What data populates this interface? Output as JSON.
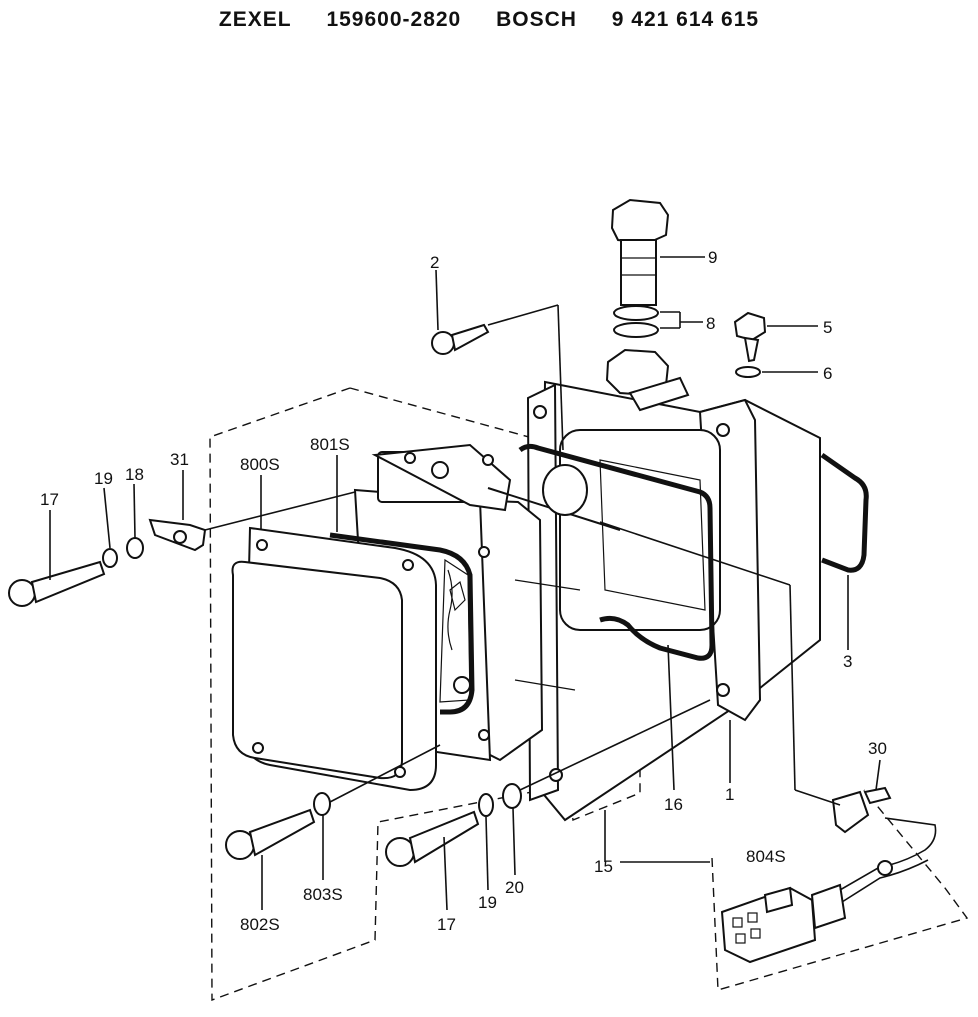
{
  "header": {
    "maker1": "ZEXEL",
    "part_no1": "159600-2820",
    "maker2": "BOSCH",
    "part_no2": "9 421 614 615"
  },
  "callouts": {
    "c2": "2",
    "c9": "9",
    "c8": "8",
    "c5": "5",
    "c6": "6",
    "c31": "31",
    "c800s": "800S",
    "c801s": "801S",
    "c17a": "17",
    "c19a": "19",
    "c18": "18",
    "c3": "3",
    "c30": "30",
    "c16": "16",
    "c1": "1",
    "c15": "15",
    "c804s": "804S",
    "c802s": "802S",
    "c803s": "803S",
    "c17b": "17",
    "c19b": "19",
    "c20": "20"
  }
}
